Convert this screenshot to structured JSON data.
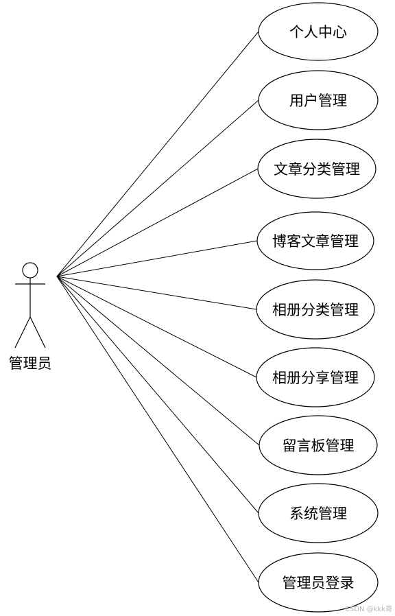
{
  "actor": {
    "label": "管理员"
  },
  "use_cases": [
    {
      "id": "personal-center",
      "label": "个人中心"
    },
    {
      "id": "user-management",
      "label": "用户管理"
    },
    {
      "id": "article-category-management",
      "label": "文章分类管理"
    },
    {
      "id": "blog-article-management",
      "label": "博客文章管理"
    },
    {
      "id": "album-category-management",
      "label": "相册分类管理"
    },
    {
      "id": "album-share-management",
      "label": "相册分享管理"
    },
    {
      "id": "message-board-management",
      "label": "留言板管理"
    },
    {
      "id": "system-management",
      "label": "系统管理"
    },
    {
      "id": "admin-login",
      "label": "管理员登录"
    }
  ],
  "watermark": "CSDN @kkk哥",
  "colors": {
    "stroke": "#000000",
    "fill": "#ffffff",
    "watermark": "#b5b5b5"
  }
}
